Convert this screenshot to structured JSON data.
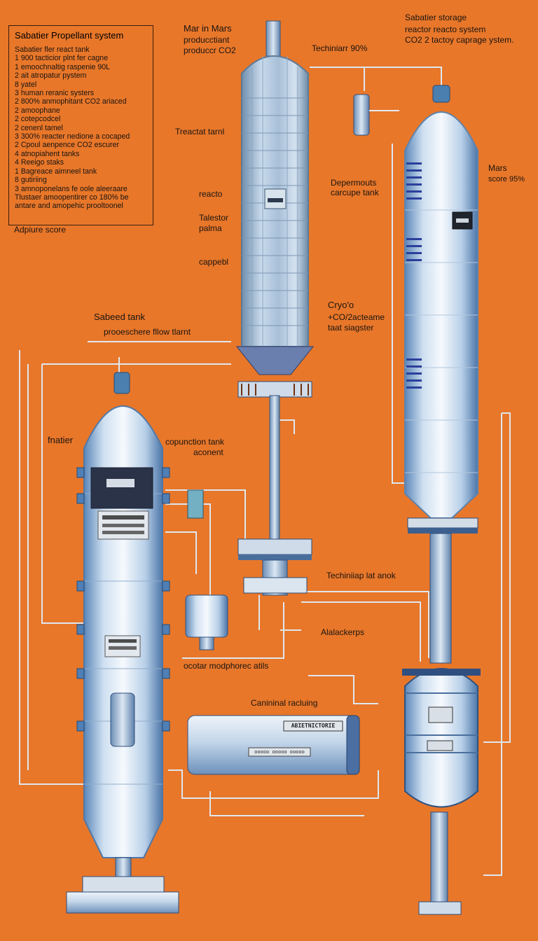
{
  "legend": {
    "title": "Sabatier Propellant system",
    "items": [
      "Sabatier fler react tank",
      "1  900  tacticior plnt fer cagne",
      "1  emoochnaltig raspenie 90L",
      "2  ait atropatur pystem",
      "8  yatel",
      "3  human reranic systers",
      "2  800%  anmophitant CO2 ariaced",
      "2  amoophane",
      "2  cotepcodcel",
      "2  cenenl tamel",
      "3  300%  reacter nedione a cocaped",
      "2  Cpoul aenpence CO2 escurer",
      "4  atnopiahent tanks",
      "4  Reeigo  staks",
      "1  Bagreace aimneel tank",
      "8  gutiriing",
      "3  amnoponelans fe oole aleeraare",
      "   Tlustaer amoopentirer co 180% be",
      "   antare and amopehic prooltoonel"
    ]
  },
  "labels": {
    "adpiure": "Adpiure score",
    "marin_1": "Mar in Mars",
    "marin_2": "producctiant",
    "marin_3": "produccr CO2",
    "techiniant": "Techiniarr 90%",
    "storage_1": "Sabatier storage",
    "storage_2": "reactor reacto system",
    "storage_3": "CO2 2 tactoy caprage ystem.",
    "reactat": "Treactat tarnl",
    "deperm_1": "Depermouts",
    "deperm_2": "carcupe tank",
    "mars_1": "Mars",
    "mars_2": "score 95%",
    "reacto": "reacto",
    "talestor_1": "Talestor",
    "talestor_2": "palma",
    "cappebl": "cappebl",
    "cryo_1": "Cryo'o",
    "cryo_2": "+CO/2acteame",
    "cryo_3": "taat siagster",
    "sabeed": "Sabeed tank",
    "flow": "prooeschere fllow tlarnt",
    "fnatier": "fnatier",
    "copu_1": "copunction tank",
    "copu_2": "aconent",
    "techlap": "Techiniiap lat anok",
    "alalack": "Alalackerps",
    "ocotar": "ocotar modphorec atils",
    "canin": "Canininal racluing",
    "plate_main": "ABIETNICTORIE",
    "plate_small": "ooooo ooooo ooooo"
  },
  "colors": {
    "background": "#e8772a",
    "tank_light": "#eef4fb",
    "tank_mid": "#a9c7e6",
    "tank_dark": "#5b86b8",
    "pipe": "#d9e3ee",
    "bar_blue": "#2b3f9c"
  }
}
